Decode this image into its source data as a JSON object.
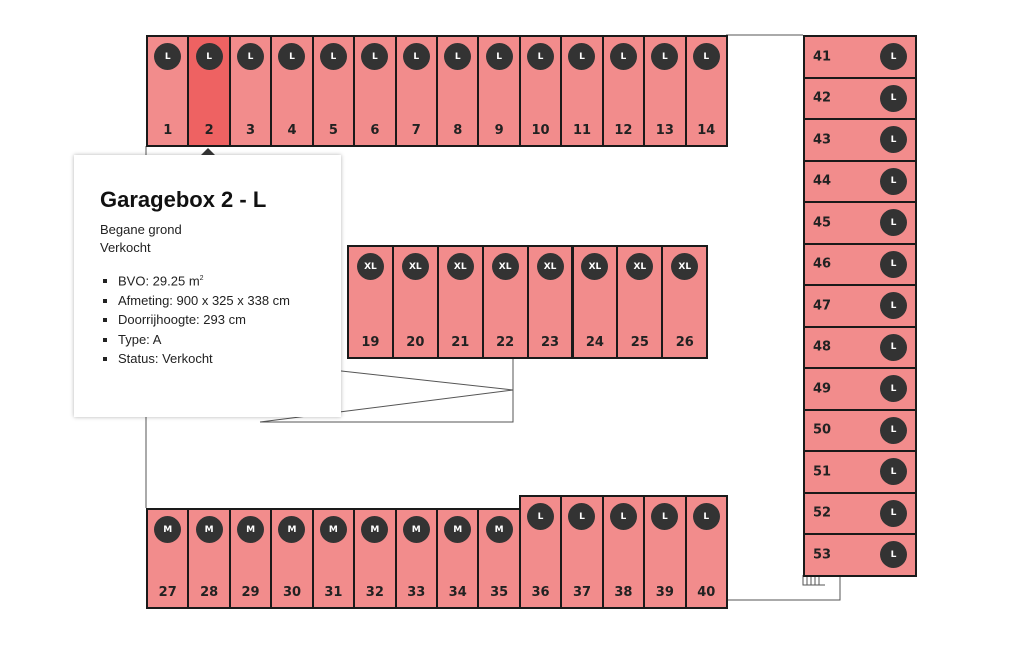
{
  "colors": {
    "available": "#f28c8c",
    "selected": "#ee6262",
    "badge": "#333333"
  },
  "rows": {
    "top": [
      {
        "n": "1",
        "s": "L"
      },
      {
        "n": "2",
        "s": "L",
        "selected": true
      },
      {
        "n": "3",
        "s": "L"
      },
      {
        "n": "4",
        "s": "L"
      },
      {
        "n": "5",
        "s": "L"
      },
      {
        "n": "6",
        "s": "L"
      },
      {
        "n": "7",
        "s": "L"
      },
      {
        "n": "8",
        "s": "L"
      },
      {
        "n": "9",
        "s": "L"
      },
      {
        "n": "10",
        "s": "L"
      },
      {
        "n": "11",
        "s": "L"
      },
      {
        "n": "12",
        "s": "L"
      },
      {
        "n": "13",
        "s": "L"
      },
      {
        "n": "14",
        "s": "L"
      }
    ],
    "middle": [
      {
        "n": "19",
        "s": "XL"
      },
      {
        "n": "20",
        "s": "XL"
      },
      {
        "n": "21",
        "s": "XL"
      },
      {
        "n": "22",
        "s": "XL"
      },
      {
        "n": "23",
        "s": "XL"
      },
      {
        "n": "24",
        "s": "XL"
      },
      {
        "n": "25",
        "s": "XL"
      },
      {
        "n": "26",
        "s": "XL"
      }
    ],
    "bottom": [
      {
        "n": "27",
        "s": "M"
      },
      {
        "n": "28",
        "s": "M"
      },
      {
        "n": "29",
        "s": "M"
      },
      {
        "n": "30",
        "s": "M"
      },
      {
        "n": "31",
        "s": "M"
      },
      {
        "n": "32",
        "s": "M"
      },
      {
        "n": "33",
        "s": "M"
      },
      {
        "n": "34",
        "s": "M"
      },
      {
        "n": "35",
        "s": "M"
      },
      {
        "n": "36",
        "s": "L"
      },
      {
        "n": "37",
        "s": "L"
      },
      {
        "n": "38",
        "s": "L"
      },
      {
        "n": "39",
        "s": "L"
      },
      {
        "n": "40",
        "s": "L"
      }
    ],
    "right": [
      {
        "n": "41",
        "s": "L"
      },
      {
        "n": "42",
        "s": "L"
      },
      {
        "n": "43",
        "s": "L"
      },
      {
        "n": "44",
        "s": "L"
      },
      {
        "n": "45",
        "s": "L"
      },
      {
        "n": "46",
        "s": "L"
      },
      {
        "n": "47",
        "s": "L"
      },
      {
        "n": "48",
        "s": "L"
      },
      {
        "n": "49",
        "s": "L"
      },
      {
        "n": "50",
        "s": "L"
      },
      {
        "n": "51",
        "s": "L"
      },
      {
        "n": "52",
        "s": "L"
      },
      {
        "n": "53",
        "s": "L"
      }
    ]
  },
  "tooltip": {
    "title": "Garagebox 2 - L",
    "floor": "Begane grond",
    "status": "Verkocht",
    "details": [
      "BVO: 29.25 m",
      "Afmeting: 900 x 325 x 338 cm",
      "Doorrijhoogte: 293 cm",
      "Type: A",
      "Status: Verkocht"
    ],
    "bvo_unit_sup": "2"
  }
}
